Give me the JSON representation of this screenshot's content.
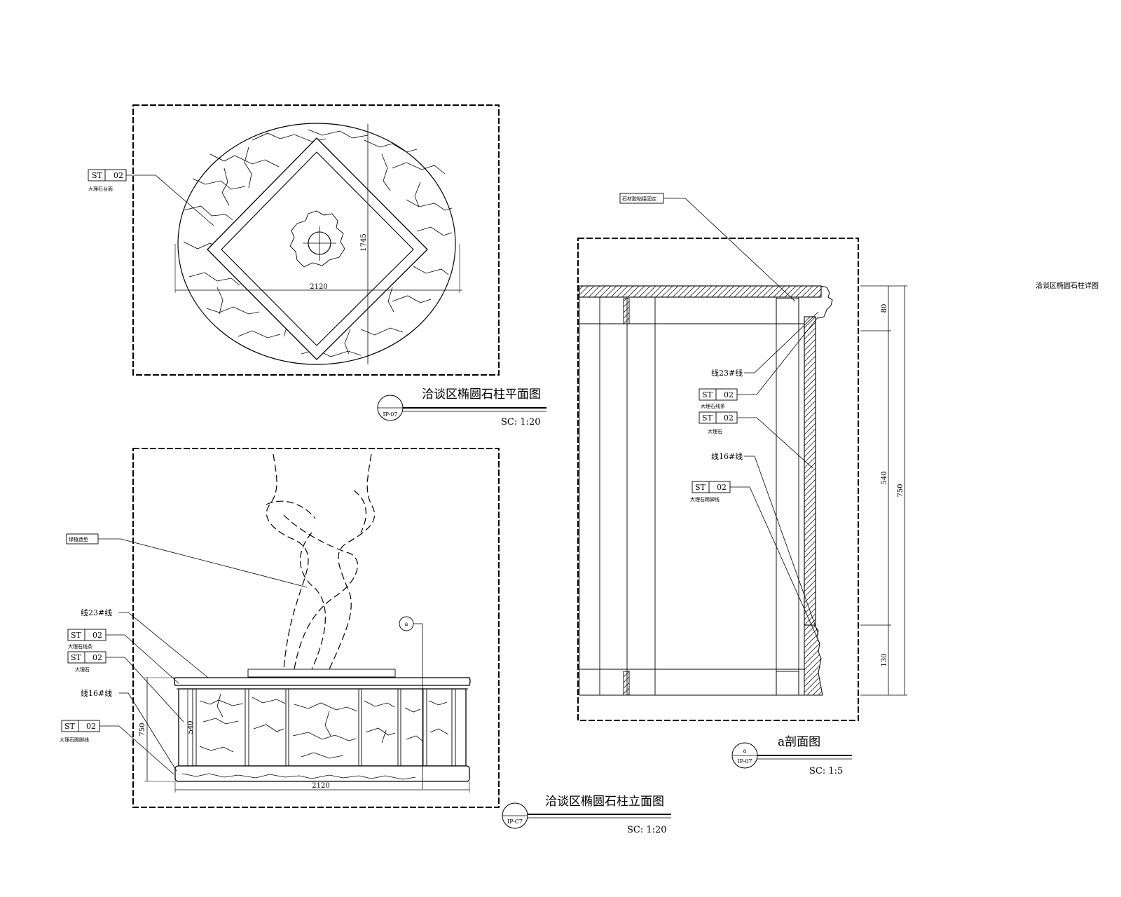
{
  "sheet_title": "洽谈区椭圆石柱详图",
  "plan": {
    "title": "洽谈区椭圆石柱平面图",
    "scale": "SC: 1:20",
    "mark": "IP-07",
    "dim_width": "2120",
    "dim_depth": "1745",
    "tag": {
      "code": "ST",
      "num": "02",
      "note": "大理石台面"
    }
  },
  "elevation": {
    "title": "洽谈区椭圆石柱立面图",
    "scale": "SC: 1:20",
    "mark": "IP-C7",
    "dim_width": "2120",
    "dim_height": "750",
    "dim_inner": "540",
    "note_plant": "绿植造型",
    "label_23": "线23#线",
    "label_16": "线16#线",
    "tags": [
      {
        "code": "ST",
        "num": "02",
        "note": "大理石线条"
      },
      {
        "code": "ST",
        "num": "02",
        "note": "大理石"
      },
      {
        "code": "ST",
        "num": "02",
        "note": "大理石踢脚线"
      }
    ],
    "section_mark": "a"
  },
  "section": {
    "title": "a剖面图",
    "scale": "SC: 1:5",
    "mark_top": "a",
    "mark_bottom": "IP-07",
    "note_top": "石材胶粘接固定",
    "label_23": "线23#线",
    "label_16": "线16#线",
    "tags": [
      {
        "code": "ST",
        "num": "02",
        "note": "大理石线条"
      },
      {
        "code": "ST",
        "num": "02",
        "note": "大理石"
      },
      {
        "code": "ST",
        "num": "02",
        "note": "大理石踢脚线"
      }
    ],
    "dims": {
      "top": "80",
      "middle": "540",
      "bottom": "130",
      "total": "750"
    }
  }
}
